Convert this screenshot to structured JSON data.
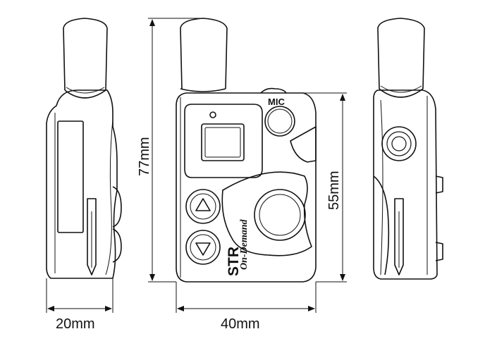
{
  "device": {
    "mic_label": "MIC",
    "brand_name": "STR",
    "brand_subtitle": "On-Demand"
  },
  "dimensions": {
    "height_total": "77mm",
    "height_body": "55mm",
    "depth": "20mm",
    "width": "40mm"
  },
  "colors": {
    "line": "#111111",
    "background": "#ffffff"
  }
}
